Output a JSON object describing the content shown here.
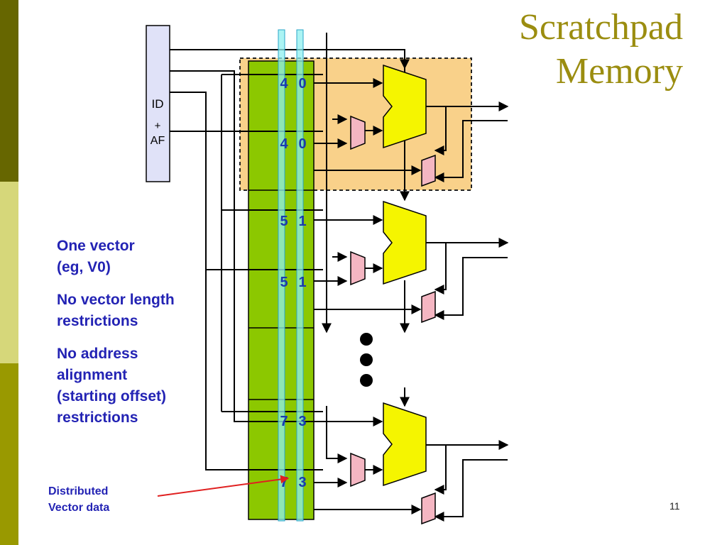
{
  "slide": {
    "title_line1": "Scratchpad",
    "title_line2": "Memory",
    "page_number": "11"
  },
  "notes": [
    "One vector\n(eg, V0)",
    "No vector length\nrestrictions",
    "No address\nalignment\n(starting offset)\nrestrictions"
  ],
  "callout": "Distributed\nVector data",
  "diagram": {
    "id_block": {
      "line1": "ID",
      "line2": "+",
      "line3": "AF"
    },
    "bank_labels": [
      {
        "left": "4",
        "right": "0"
      },
      {
        "left": "4",
        "right": "0"
      },
      {
        "left": "5",
        "right": "1"
      },
      {
        "left": "5",
        "right": "1"
      },
      {
        "left": "7",
        "right": "3"
      },
      {
        "left": "7",
        "right": "3"
      }
    ],
    "ellipsis_icon": "vertical-dots-icon"
  },
  "colors": {
    "title": "#9b8d10",
    "notes_text": "#2323b4",
    "bank_green": "#8cc800",
    "highlight_orange": "#f9d18a",
    "alu_yellow": "#f5f500",
    "mux_pink": "#f4b6c2",
    "vector_cyan": "#8ff0f0",
    "stripe_dark": "#666600",
    "stripe_light": "#d6d77a",
    "stripe_mid": "#999900",
    "arrow_red": "#e02020"
  }
}
